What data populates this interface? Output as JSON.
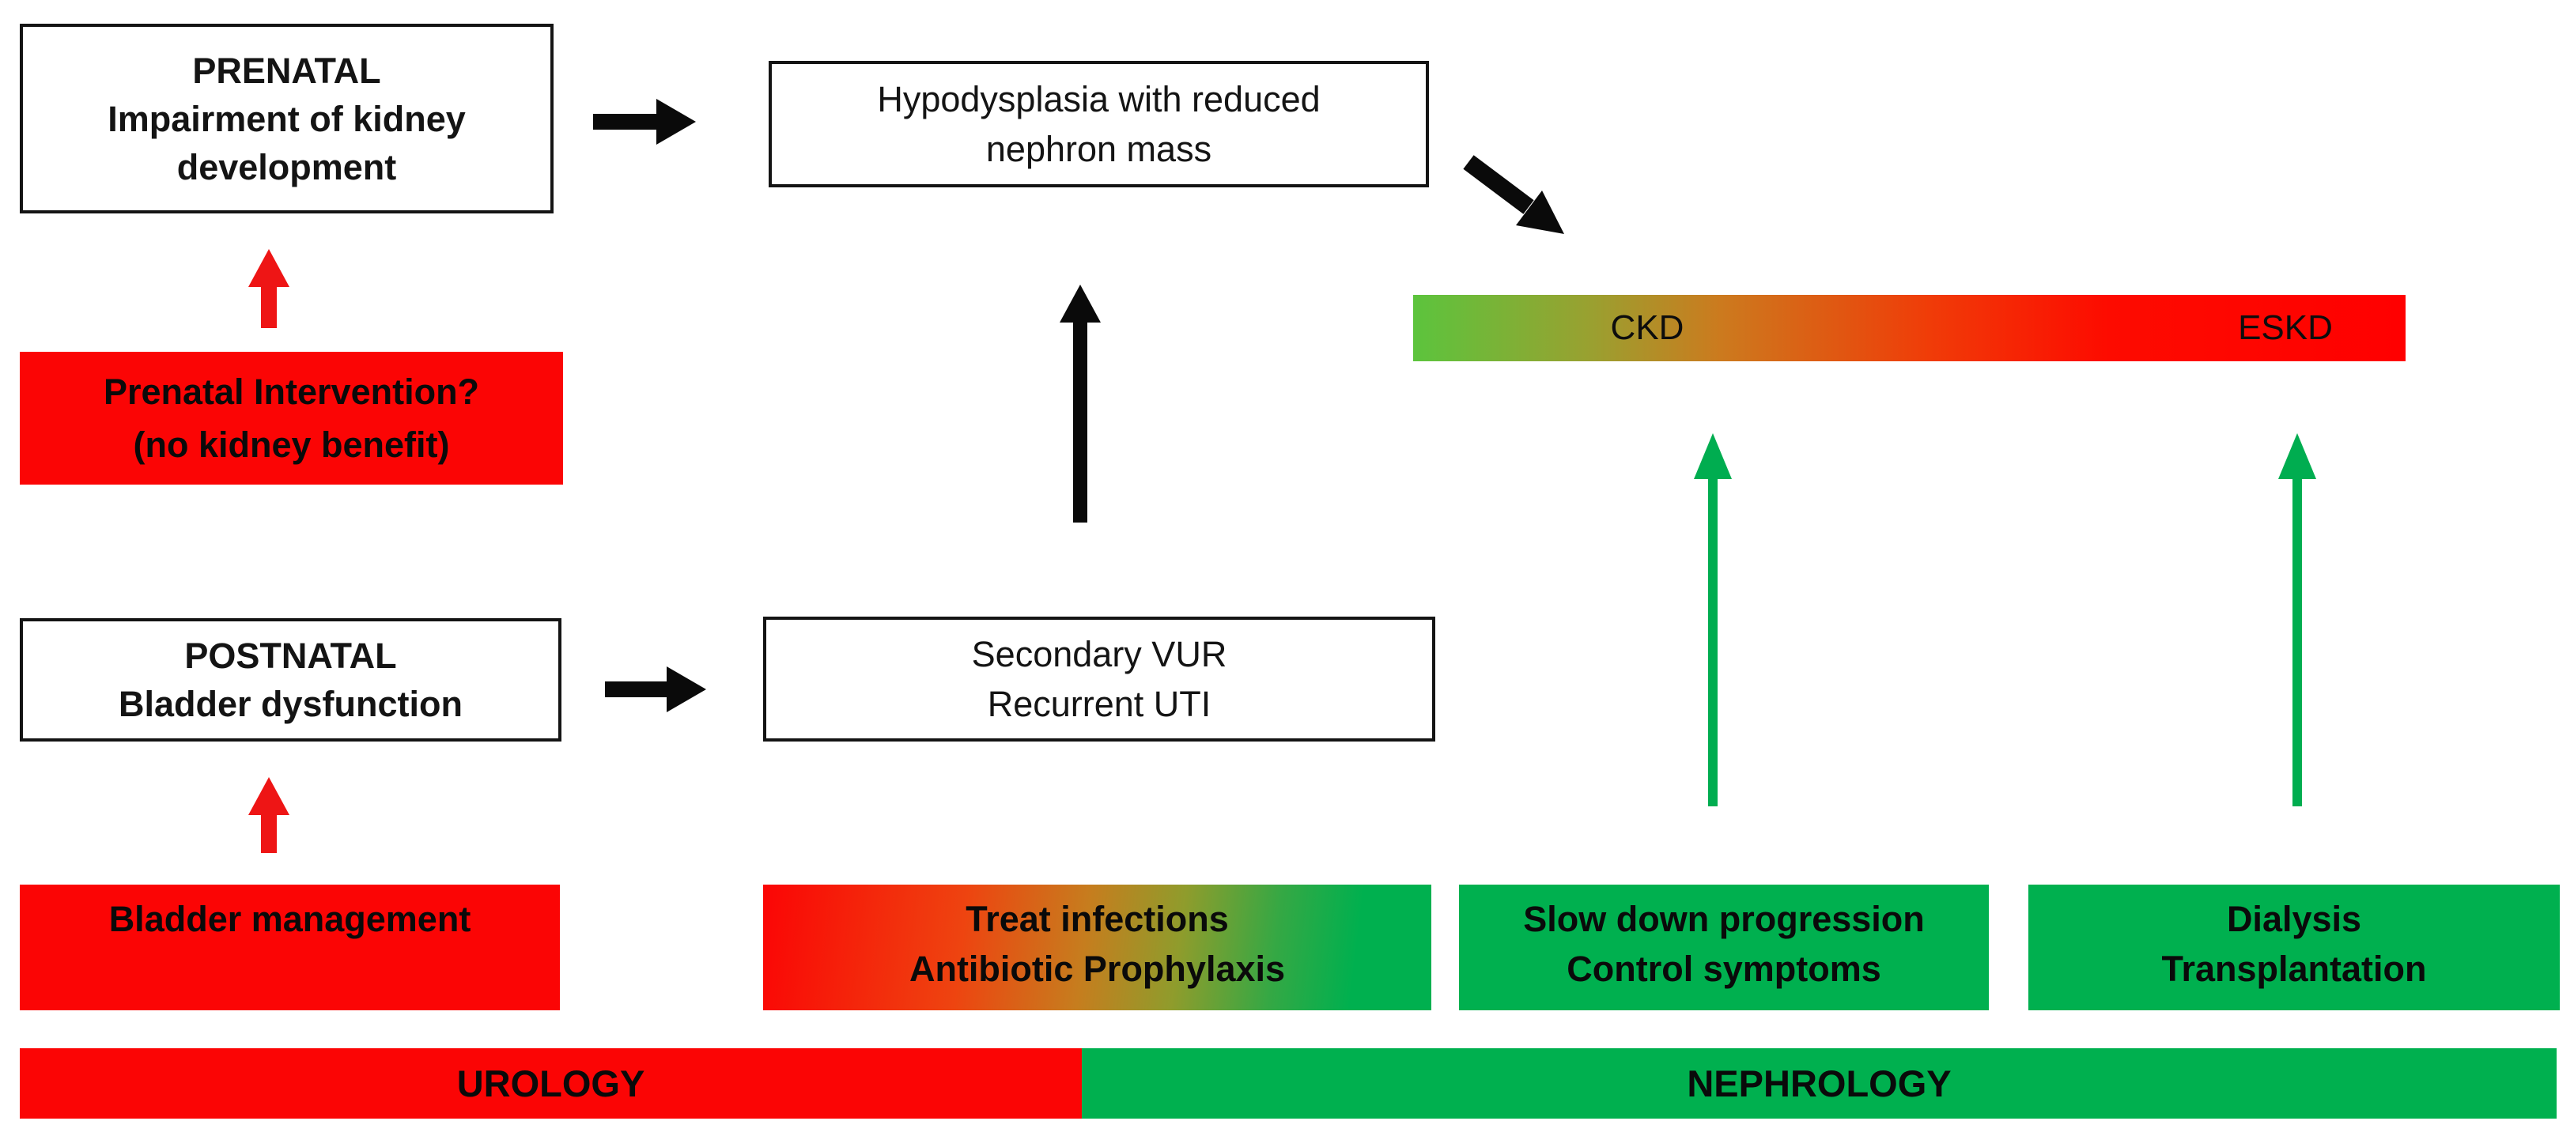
{
  "boxes": {
    "prenatal": {
      "title": "PRENATAL",
      "subtitle": "Impairment of kidney development"
    },
    "prenatal_intervention": {
      "line1": "Prenatal Intervention?",
      "line2": "(no kidney benefit)"
    },
    "hypodysplasia": {
      "line1": "Hypodysplasia with reduced",
      "line2": "nephron mass"
    },
    "postnatal": {
      "title": "POSTNATAL",
      "subtitle": "Bladder dysfunction"
    },
    "secondary_vur": {
      "line1": "Secondary VUR",
      "line2": "Recurrent UTI"
    },
    "bladder_management": {
      "line1": "Bladder management"
    },
    "treat_infections": {
      "line1": "Treat infections",
      "line2": "Antibiotic Prophylaxis"
    },
    "slow_progression": {
      "line1": "Slow down progression",
      "line2": "Control symptoms"
    },
    "dialysis": {
      "line1": "Dialysis",
      "line2": "Transplantation"
    }
  },
  "spectrum": {
    "left_label": "CKD",
    "right_label": "ESKD"
  },
  "footer": {
    "urology_label": "UROLOGY",
    "nephrology_label": "NEPHROLOGY"
  },
  "colors": {
    "box_red": "#fb0505",
    "box_green": "#00b04f",
    "arrow_red": "#ee1515",
    "arrow_green": "#00ad50",
    "arrow_black": "#0a0a0a",
    "spectrum_left_green": "#5cc43d",
    "spectrum_right_red": "#ff0000"
  }
}
